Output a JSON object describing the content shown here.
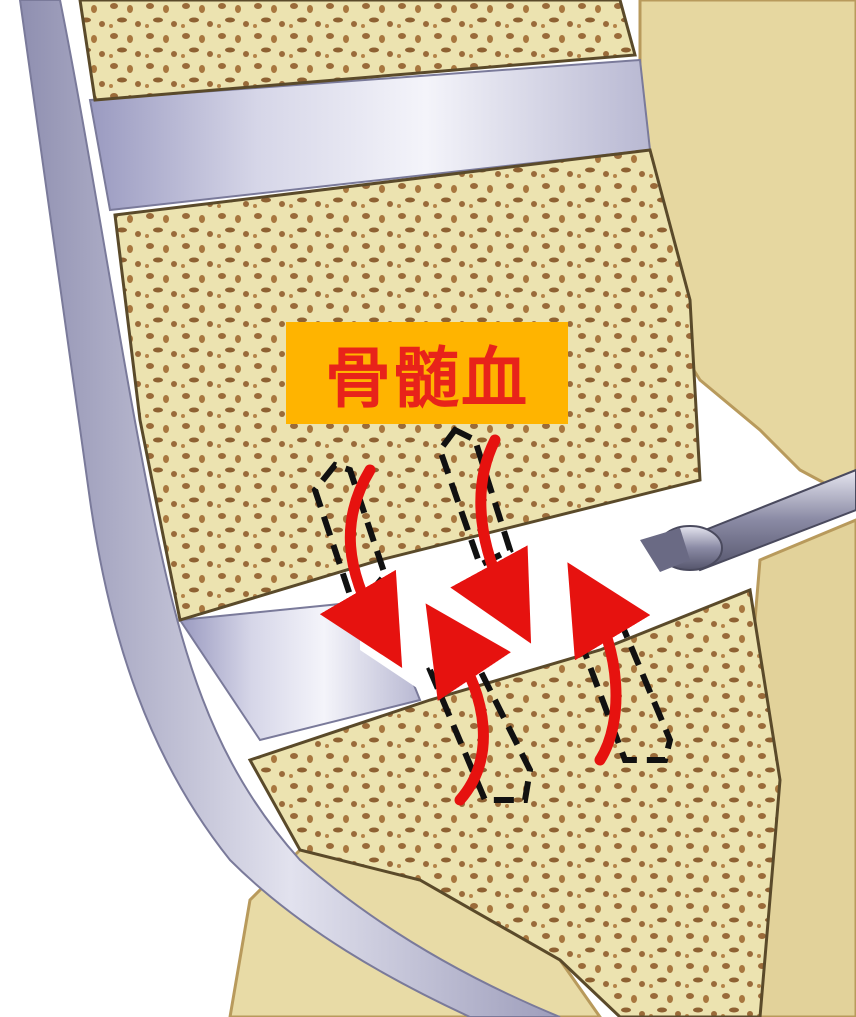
{
  "label": {
    "text": "骨髄血",
    "text_color": "#e8231a",
    "box_color": "#ffb400"
  },
  "colors": {
    "bone": "#ece3b0",
    "bone_shadow": "#d8c98a",
    "marrow_spot": "#9a6b3a",
    "disc": "#c3c3dc",
    "ligament": "#b3b3cc",
    "arrow": "#e6120f",
    "outline": "#111111"
  },
  "icons": [
    "vertebra-shape",
    "intervertebral-disc",
    "spinal-ligament",
    "flow-arrow",
    "dashed-channel",
    "surgical-probe"
  ]
}
